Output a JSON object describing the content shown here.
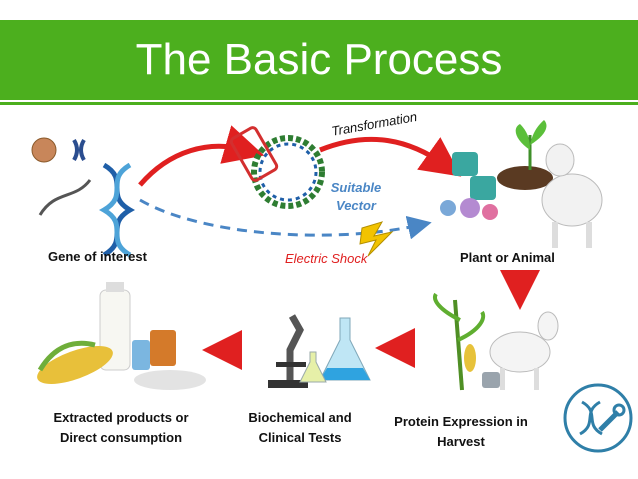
{
  "title": "The Basic Process",
  "labels": {
    "gene": "Gene of interest",
    "transformation": "Transformation",
    "suitable": "Suitable",
    "vector": "Vector",
    "electric_shock": "Electric Shock",
    "plant_animal": "Plant or Animal",
    "extracted_1": "Extracted products or",
    "extracted_2": "Direct consumption",
    "biochem_1": "Biochemical and",
    "biochem_2": "Clinical Tests",
    "protein_1": "Protein Expression in",
    "protein_2": "Harvest"
  },
  "colors": {
    "banner": "#4caf1e",
    "arrow_red": "#e02020",
    "arrow_blue": "#4a86c5",
    "label_blue": "#4a86c5"
  },
  "icons": [
    "dna-icon",
    "plasmid-icon",
    "lightning-icon",
    "cells-icon",
    "plant-icon",
    "goat-icon",
    "milk-bottle-icon",
    "corn-icon",
    "microscope-icon",
    "flask-icon",
    "dna-wrench-icon"
  ]
}
